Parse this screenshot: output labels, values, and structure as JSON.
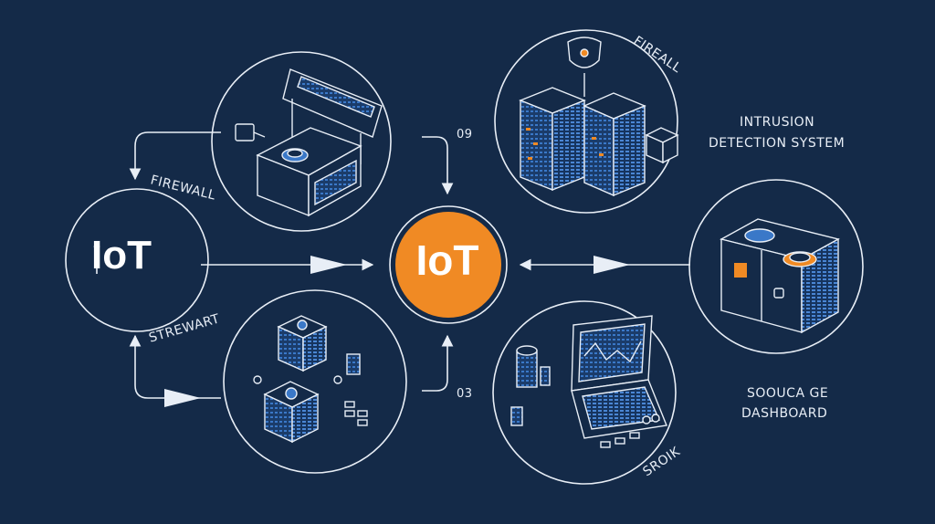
{
  "nodes": {
    "left_hub": {
      "label": "IoT"
    },
    "center_hub": {
      "label": "IoT"
    },
    "firewall_left": {
      "label": "FIREWALL"
    },
    "stewart": {
      "label": "STREWART"
    },
    "firewall_top": {
      "label": "FIREALL"
    },
    "intrusion": {
      "line1": "INTRUSION",
      "line2": "DETECTION SYSTEM"
    },
    "dashboard": {
      "line1": "SOOUCA GE",
      "line2": "DASHBOARD"
    },
    "sroik": {
      "label": "SROIK"
    },
    "num_top": {
      "label": "09"
    },
    "num_bottom": {
      "label": "03"
    }
  },
  "colors": {
    "background": "#142a48",
    "line": "#e8eef6",
    "accent_orange": "#f08a24",
    "screen_blue": "#3a78c8"
  }
}
